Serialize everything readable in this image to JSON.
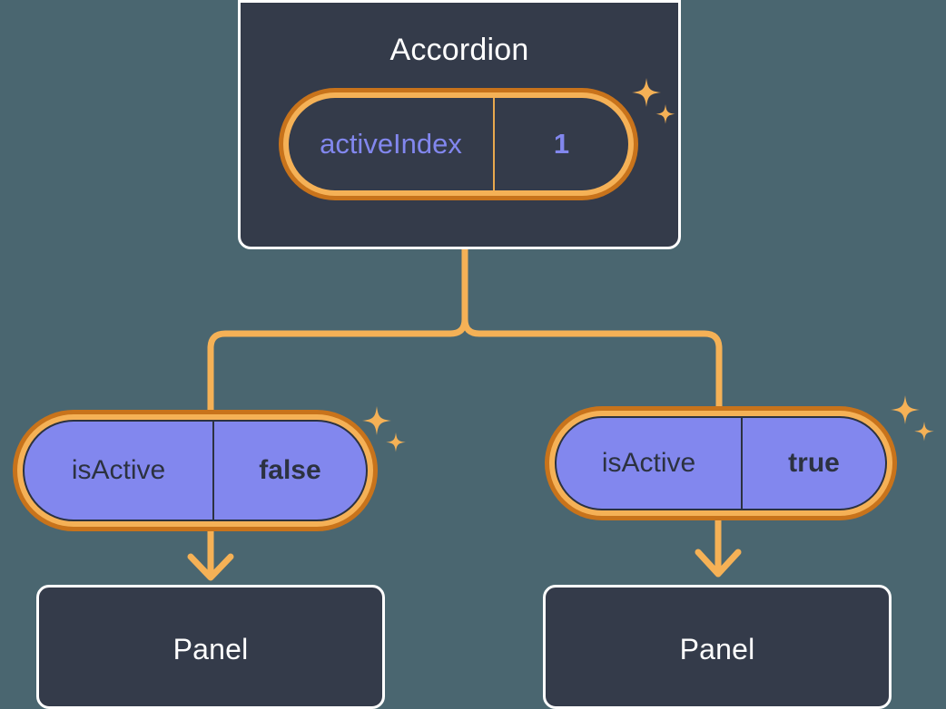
{
  "theme": {
    "background": "#4a6670",
    "node_fill": "#343b4a",
    "node_border": "#ffffff",
    "accent_orange_dark": "#c8731b",
    "accent_orange_light": "#f5b156",
    "connector": "#f5b156",
    "state_purple": "#8287ee",
    "text_light": "#ffffff",
    "text_dark": "#2c3240"
  },
  "diagram": {
    "type": "component-tree",
    "root": {
      "name": "accordion-component",
      "title": "Accordion",
      "state": {
        "key": "activeIndex",
        "value": "1",
        "style": "dark"
      },
      "sparkles": [
        "sparkle-large",
        "sparkle-small"
      ]
    },
    "branches": [
      {
        "name": "branch-left",
        "state": {
          "key": "isActive",
          "value": "false",
          "style": "purple"
        },
        "sparkles": [
          "sparkle-large",
          "sparkle-small"
        ],
        "child": {
          "name": "panel-component-left",
          "title": "Panel"
        }
      },
      {
        "name": "branch-right",
        "state": {
          "key": "isActive",
          "value": "true",
          "style": "purple"
        },
        "sparkles": [
          "sparkle-large",
          "sparkle-small"
        ],
        "child": {
          "name": "panel-component-right",
          "title": "Panel"
        }
      }
    ],
    "edges": [
      {
        "name": "edge-root-split",
        "from": "accordion-component",
        "to": [
          "branch-left",
          "branch-right"
        ],
        "shape": "tee"
      },
      {
        "name": "edge-left-arrow",
        "from": "branch-left",
        "to": "panel-component-left",
        "shape": "arrow-down"
      },
      {
        "name": "edge-right-arrow",
        "from": "branch-right",
        "to": "panel-component-right",
        "shape": "arrow-down"
      }
    ]
  }
}
